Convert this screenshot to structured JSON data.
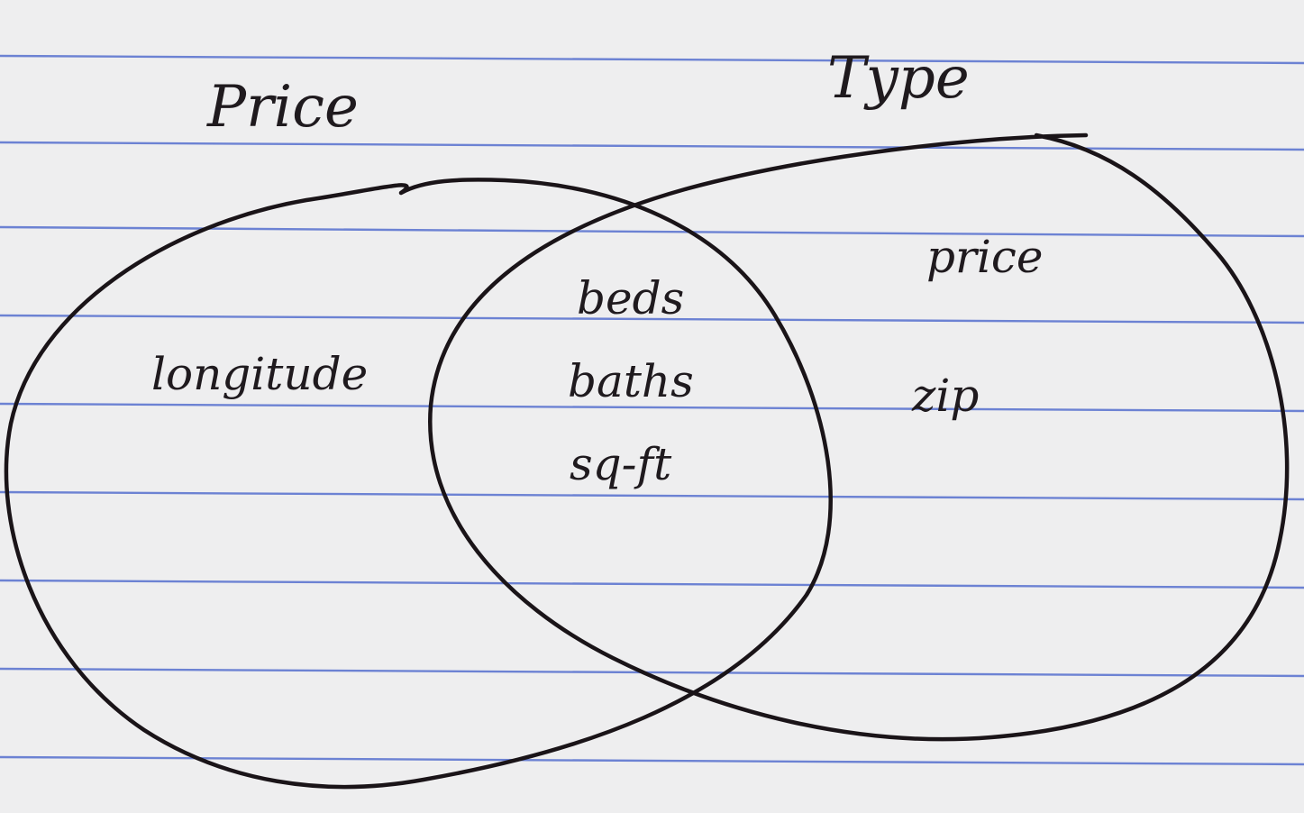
{
  "diagram": {
    "type": "venn",
    "colors": {
      "paper": "#eeeeef",
      "rule_lines": "#5670cf",
      "ink": "#1a1418"
    },
    "sets": [
      {
        "label": "Price"
      },
      {
        "label": "Type"
      }
    ],
    "regions": {
      "left_only": [
        "longitude"
      ],
      "intersection": [
        "beds",
        "baths",
        "sq-ft"
      ],
      "right_only": [
        "price",
        "zip"
      ]
    }
  }
}
